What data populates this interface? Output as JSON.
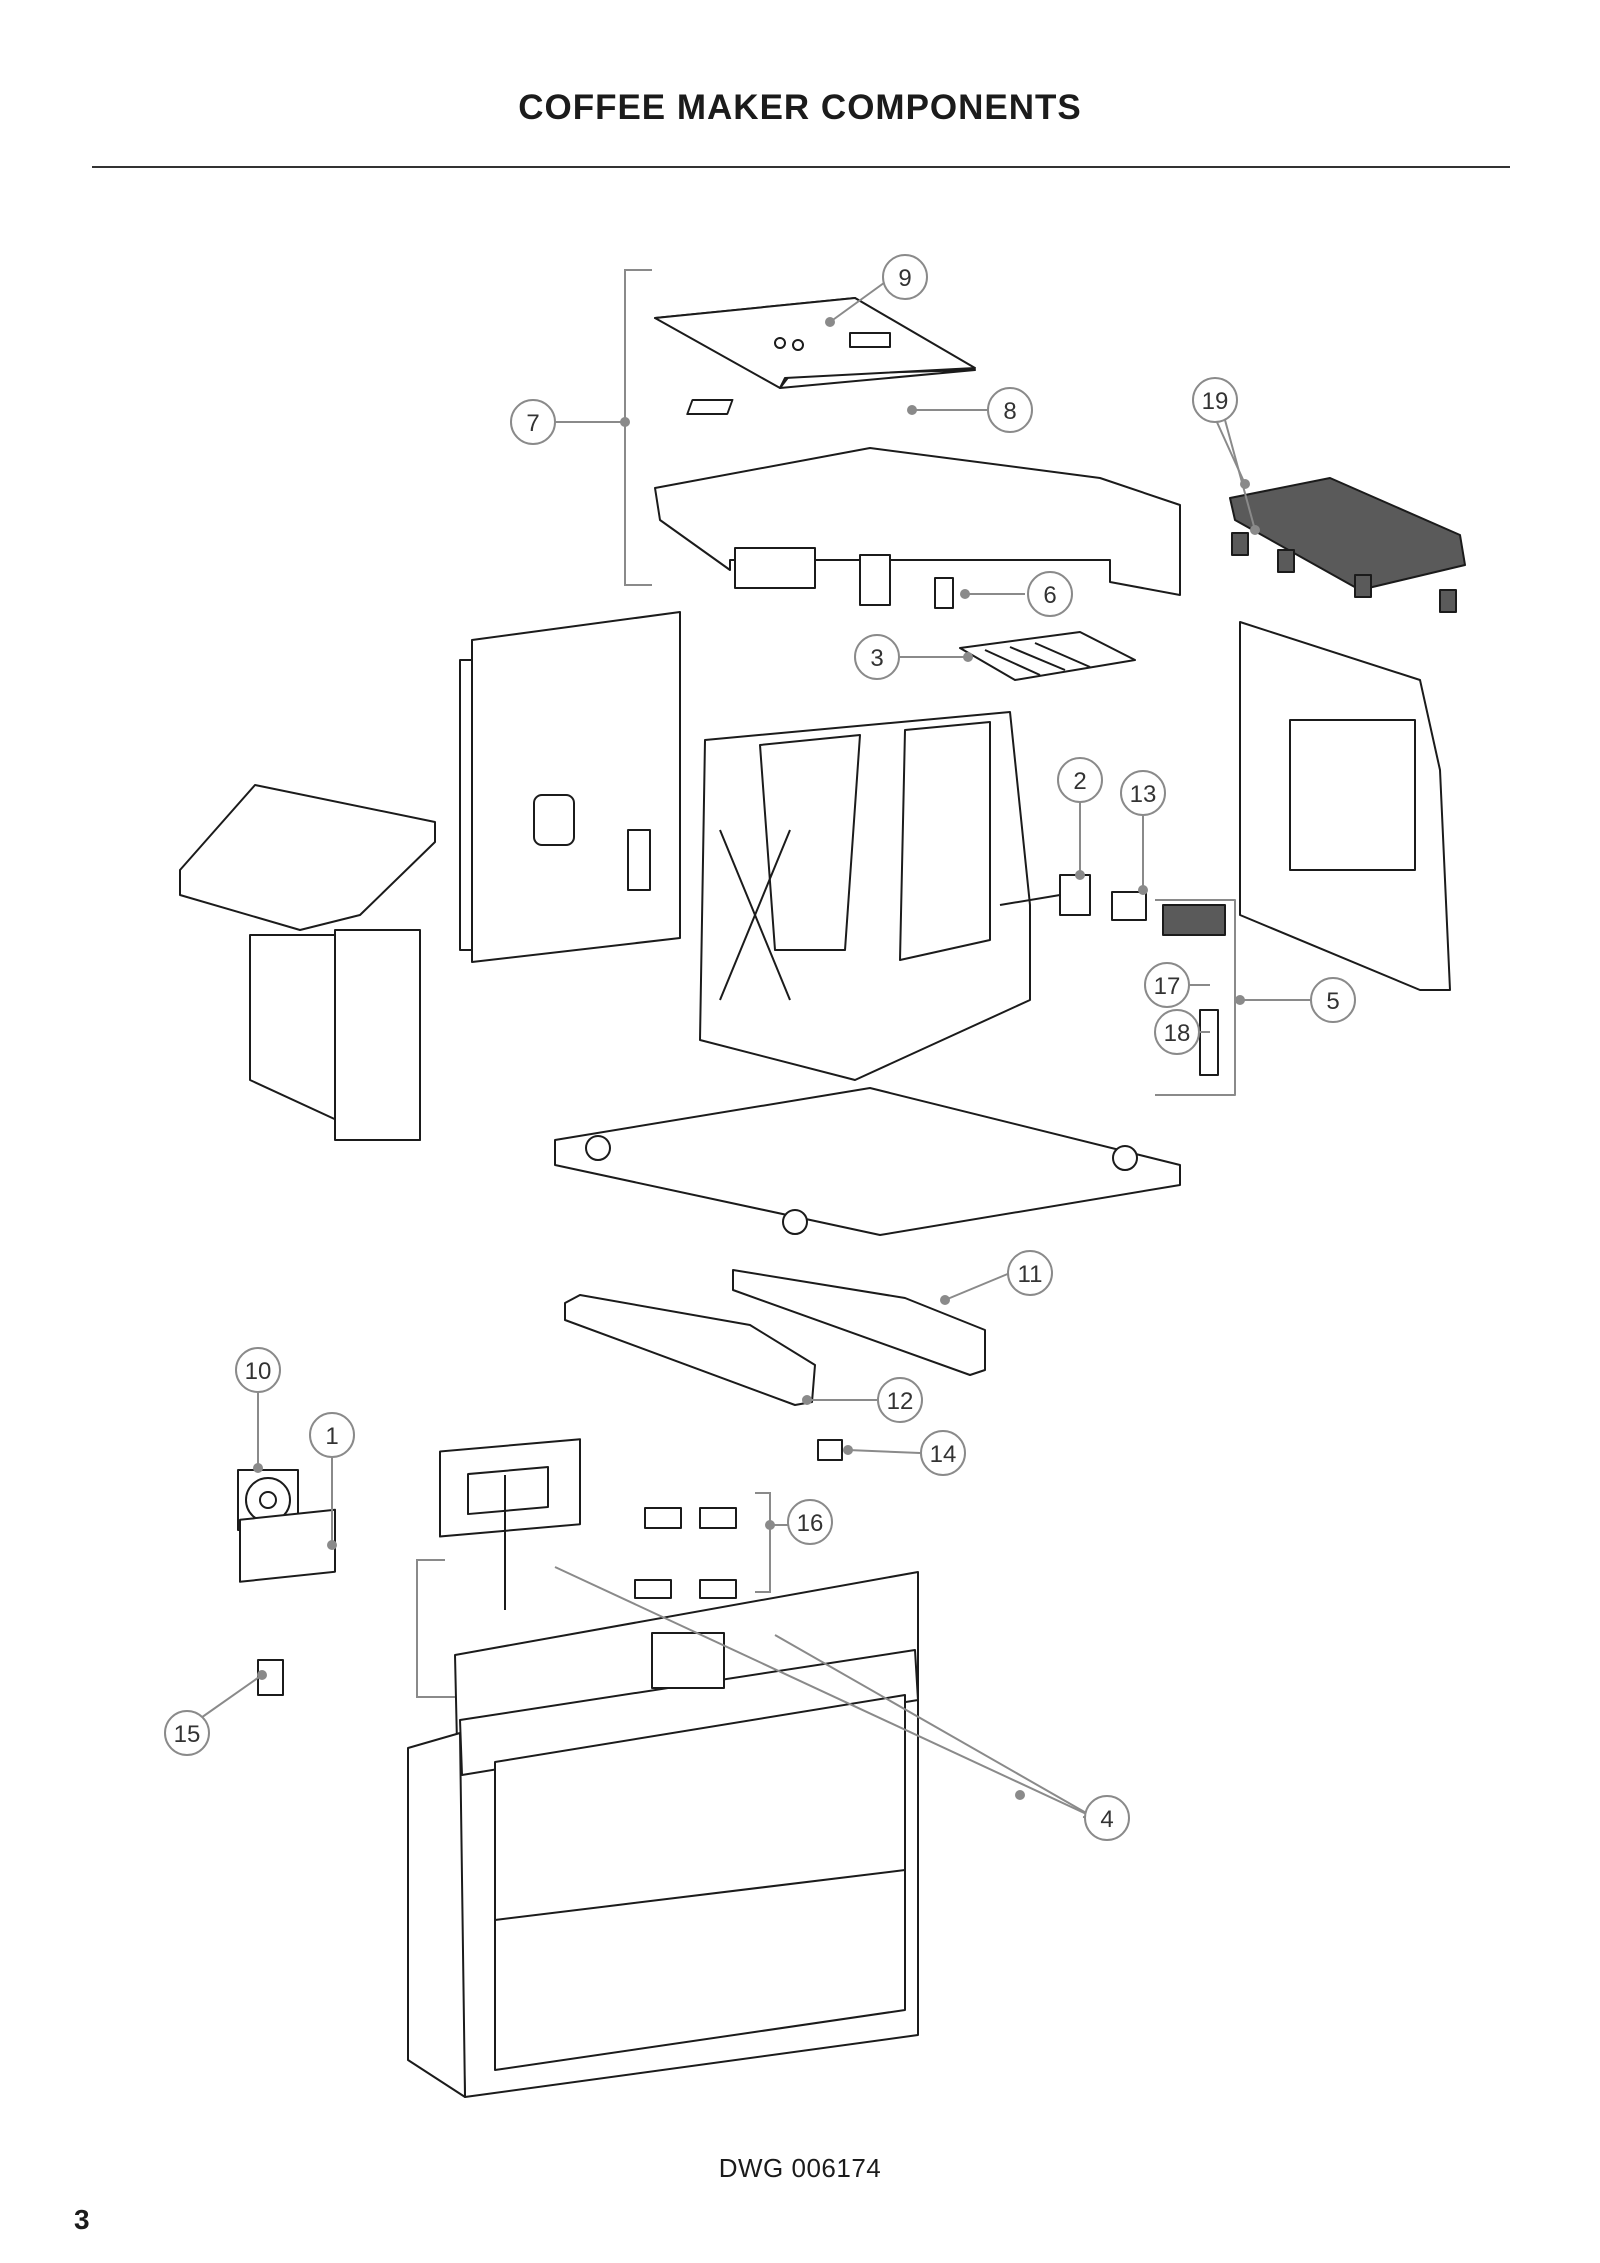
{
  "page": {
    "title": "COFFEE MAKER COMPONENTS",
    "drawing_number": "DWG 006174",
    "page_number": "3"
  },
  "callouts": [
    "1",
    "2",
    "3",
    "4",
    "5",
    "6",
    "7",
    "8",
    "9",
    "10",
    "11",
    "12",
    "13",
    "14",
    "15",
    "16",
    "17",
    "18",
    "19"
  ],
  "colors": {
    "line": "#1b1b1b",
    "leader": "#8a8a8a",
    "dark_part": "#555555"
  }
}
